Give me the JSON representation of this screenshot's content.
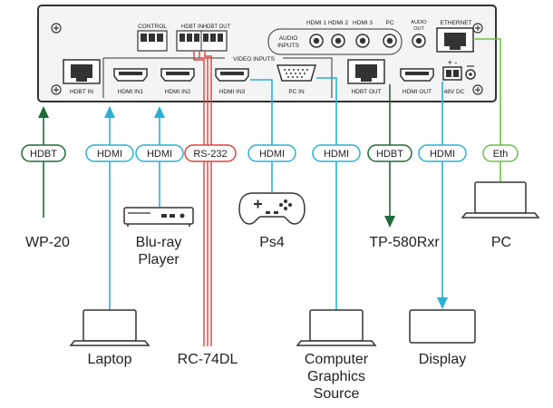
{
  "panel": {
    "control_label": "CONTROL",
    "hdbt_in_label": "HDBT IN",
    "hdbt_out_top_label": "HDBT OUT",
    "audio_inputs_label": [
      "AUDIO",
      "INPUTS"
    ],
    "audio_in_1": "HDMI 1",
    "audio_in_2": "HDMI 2",
    "audio_in_3": "HDMI 3",
    "audio_in_pc": "PC",
    "audio_out_label": [
      "AUDIO",
      "OUT"
    ],
    "ethernet_label": "ETHERNET",
    "video_inputs_label": "VIDEO INPUTS",
    "ports": {
      "hdbt_in": "HDBT IN",
      "hdmi_in1": "HDMI IN1",
      "hdmi_in2": "HDMI IN2",
      "hdmi_in3": "HDMI IN3",
      "pc_in": "PC IN",
      "hdbt_out": "HDBT OUT",
      "hdmi_out": "HDMI OUT",
      "power": "48V DC"
    }
  },
  "connections": [
    {
      "id": "hdbt-in",
      "tag": "HDBT",
      "color": "#1f6b3a"
    },
    {
      "id": "hdmi-in1",
      "tag": "HDMI",
      "color": "#2ab0d4"
    },
    {
      "id": "hdmi-in2",
      "tag": "HDMI",
      "color": "#2ab0d4"
    },
    {
      "id": "rs232",
      "tag": "RS-232",
      "color": "#d9443f"
    },
    {
      "id": "hdmi-in3",
      "tag": "HDMI",
      "color": "#2ab0d4"
    },
    {
      "id": "pc-in",
      "tag": "HDMI",
      "color": "#2ab0d4"
    },
    {
      "id": "hdbt-out",
      "tag": "HDBT",
      "color": "#1f6b3a"
    },
    {
      "id": "hdmi-out",
      "tag": "HDMI",
      "color": "#2ab0d4"
    },
    {
      "id": "ethernet",
      "tag": "Eth",
      "color": "#6dbf4a"
    }
  ],
  "devices": {
    "wp20": "WP-20",
    "bluray": [
      "Blu-ray",
      "Player"
    ],
    "ps4": "Ps4",
    "tp580": "TP-580Rxr",
    "pc": "PC",
    "laptop": "Laptop",
    "rc74": "RC-74DL",
    "graphics": [
      "Computer",
      "Graphics",
      "Source"
    ],
    "display": "Display"
  },
  "colors": {
    "panel_fill": "#f4f4f4",
    "outline": "#333333",
    "hdmi": "#2ab0d4",
    "hdbt": "#1f6b3a",
    "rs232": "#d9443f",
    "ethernet": "#6dbf4a"
  }
}
